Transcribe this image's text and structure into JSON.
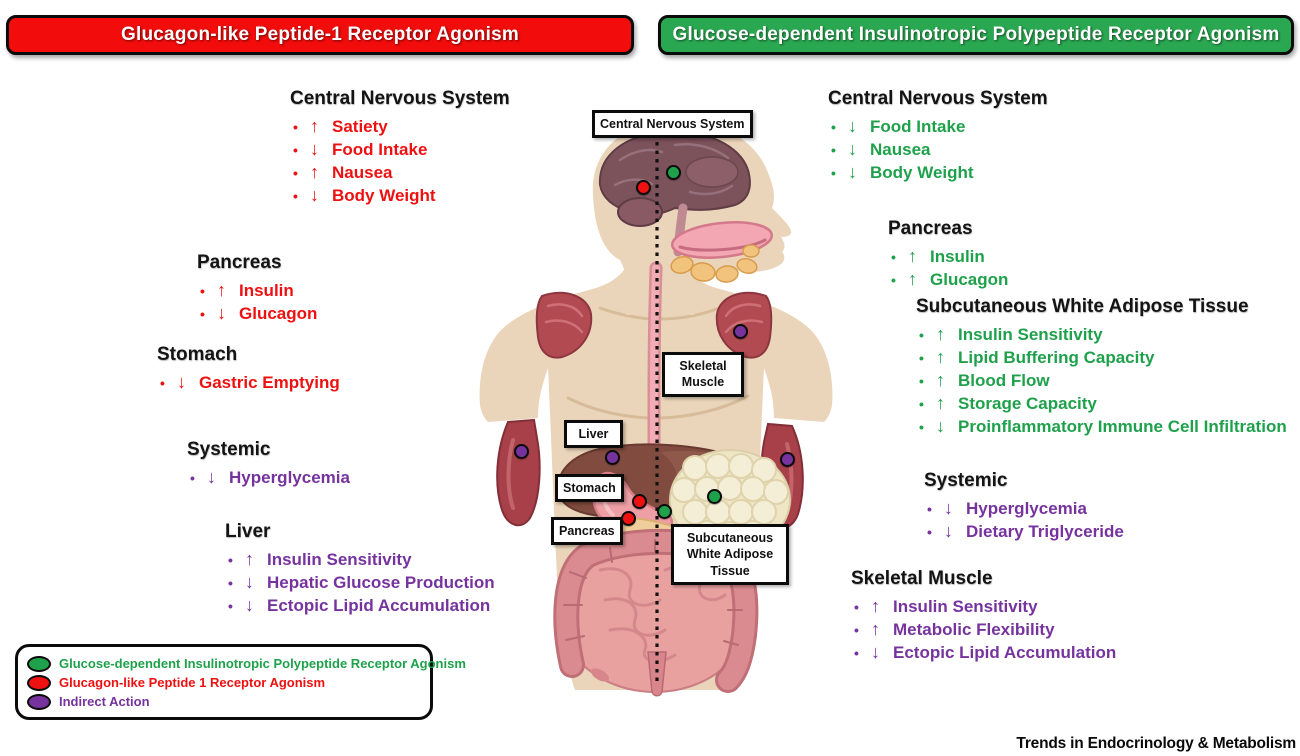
{
  "banners": [
    {
      "id": "glp1",
      "label": "Glucagon-like Peptide-1 Receptor Agonism"
    },
    {
      "id": "gip",
      "label": "Glucose-dependent Insulinotropic Polypeptide Receptor Agonism"
    }
  ],
  "sections": [
    {
      "id": "glp1-cns",
      "title": "Central Nervous System",
      "color": "red",
      "items": [
        {
          "arrow": "↑",
          "label": "Satiety"
        },
        {
          "arrow": "↓",
          "label": "Food Intake"
        },
        {
          "arrow": "↑",
          "label": "Nausea"
        },
        {
          "arrow": "↓",
          "label": "Body Weight"
        }
      ]
    },
    {
      "id": "glp1-pancreas",
      "title": "Pancreas",
      "color": "red",
      "items": [
        {
          "arrow": "↑",
          "label": "Insulin"
        },
        {
          "arrow": "↓",
          "label": "Glucagon"
        }
      ]
    },
    {
      "id": "glp1-stomach",
      "title": "Stomach",
      "color": "red",
      "items": [
        {
          "arrow": "↓",
          "label": "Gastric Emptying"
        }
      ]
    },
    {
      "id": "glp1-systemic",
      "title": "Systemic",
      "color": "purple",
      "items": [
        {
          "arrow": "↓",
          "label": "Hyperglycemia"
        }
      ]
    },
    {
      "id": "glp1-liver",
      "title": "Liver",
      "color": "purple",
      "items": [
        {
          "arrow": "↑",
          "label": "Insulin Sensitivity"
        },
        {
          "arrow": "↓",
          "label": "Hepatic Glucose Production"
        },
        {
          "arrow": "↓",
          "label": "Ectopic Lipid Accumulation"
        }
      ]
    },
    {
      "id": "gip-cns",
      "title": "Central Nervous System",
      "color": "green",
      "items": [
        {
          "arrow": "↓",
          "label": "Food Intake"
        },
        {
          "arrow": "↓",
          "label": "Nausea"
        },
        {
          "arrow": "↓",
          "label": "Body Weight"
        }
      ]
    },
    {
      "id": "gip-pancreas",
      "title": "Pancreas",
      "color": "green",
      "items": [
        {
          "arrow": "↑",
          "label": "Insulin"
        },
        {
          "arrow": "↑",
          "label": "Glucagon"
        }
      ]
    },
    {
      "id": "gip-swat",
      "title": "Subcutaneous White Adipose Tissue",
      "color": "green",
      "items": [
        {
          "arrow": "↑",
          "label": "Insulin Sensitivity"
        },
        {
          "arrow": "↑",
          "label": "Lipid Buffering Capacity"
        },
        {
          "arrow": "↑",
          "label": "Blood Flow"
        },
        {
          "arrow": "↑",
          "label": "Storage Capacity"
        },
        {
          "arrow": "↓",
          "label": "Proinflammatory Immune Cell Infiltration"
        }
      ]
    },
    {
      "id": "gip-systemic",
      "title": "Systemic",
      "color": "purple",
      "items": [
        {
          "arrow": "↓",
          "label": "Hyperglycemia"
        },
        {
          "arrow": "↓",
          "label": "Dietary Triglyceride"
        }
      ]
    },
    {
      "id": "gip-muscle",
      "title": "Skeletal Muscle",
      "color": "purple",
      "items": [
        {
          "arrow": "↑",
          "label": "Insulin Sensitivity"
        },
        {
          "arrow": "↑",
          "label": "Metabolic Flexibility"
        },
        {
          "arrow": "↓",
          "label": "Ectopic Lipid Accumulation"
        }
      ]
    }
  ],
  "body_labels": [
    {
      "id": "cns",
      "text": "Central Nervous System"
    },
    {
      "id": "muscle",
      "text": "Skeletal Muscle"
    },
    {
      "id": "liver",
      "text": "Liver"
    },
    {
      "id": "stomach",
      "text": "Stomach"
    },
    {
      "id": "pancreas",
      "text": "Pancreas"
    },
    {
      "id": "swat",
      "text": "Subcutaneous White Adipose Tissue"
    }
  ],
  "markers": [
    {
      "id": "glp1-brain",
      "color": "red"
    },
    {
      "id": "gip-brain",
      "color": "green"
    },
    {
      "id": "shoulder",
      "color": "purple"
    },
    {
      "id": "left-arm",
      "color": "purple"
    },
    {
      "id": "right-arm",
      "color": "purple"
    },
    {
      "id": "liver",
      "color": "purple"
    },
    {
      "id": "stomach",
      "color": "red"
    },
    {
      "id": "pancreas",
      "color": "red"
    },
    {
      "id": "intestine",
      "color": "green"
    },
    {
      "id": "adipose",
      "color": "green"
    }
  ],
  "legend": {
    "items": [
      {
        "color": "green",
        "label": "Glucose-dependent Insulinotropic Polypeptide Receptor Agonism"
      },
      {
        "color": "red",
        "label": "Glucagon-like Peptide 1 Receptor Agonism"
      },
      {
        "color": "purple",
        "label": "Indirect Action"
      }
    ]
  },
  "journal": "Trends in Endocrinology & Metabolism",
  "colors": {
    "red": "#ee1111",
    "green": "#1fa14c",
    "purple": "#76339e",
    "banner_red": "#f20c0c",
    "banner_green": "#2aa851"
  }
}
